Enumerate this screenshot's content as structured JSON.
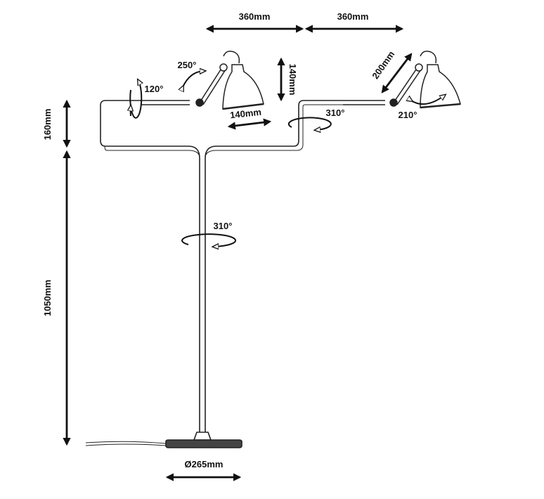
{
  "dimensions": {
    "arm_span_left": "360mm",
    "arm_span_right": "360mm",
    "upper_height": "160mm",
    "lower_height": "1050mm",
    "base_diameter": "Ø265mm",
    "shade_depth_left": "140mm",
    "shade_height_left": "140mm",
    "arm_length_right": "200mm"
  },
  "rotations": {
    "left_shade_tilt": "250°",
    "left_arm_swivel": "120°",
    "right_arm_swivel": "310°",
    "right_shade_tilt": "210°",
    "stem_swivel": "310°"
  },
  "colors": {
    "line": "#222222",
    "base": "#444444",
    "background": "#ffffff"
  }
}
